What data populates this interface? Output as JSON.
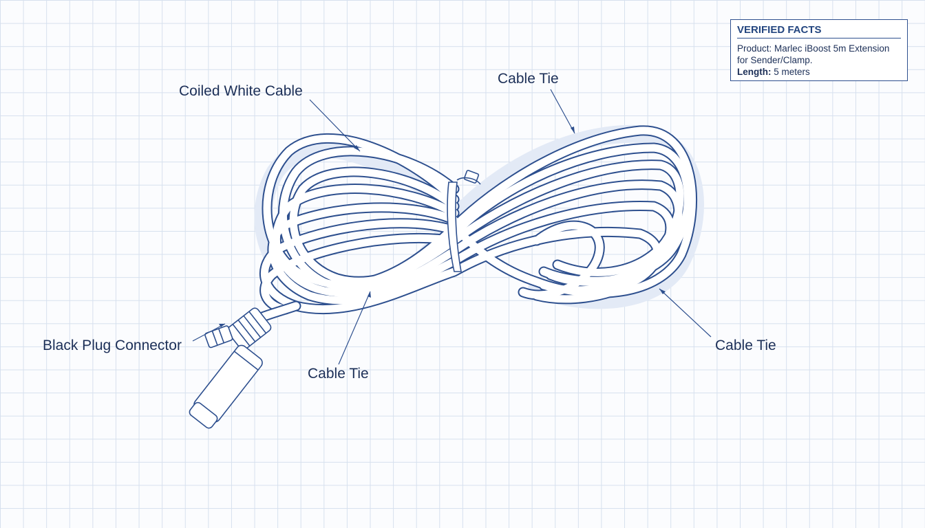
{
  "labels": {
    "coiled_cable": "Coiled White Cable",
    "cable_tie_top": "Cable Tie",
    "cable_tie_right": "Cable Tie",
    "cable_tie_bottom": "Cable Tie",
    "plug_connector": "Black Plug Connector"
  },
  "facts": {
    "title": "VERIFIED FACTS",
    "product_key": "Product:",
    "product_value": "Marlec iBoost 5m Extension for Sender/Clamp.",
    "length_key": "Length:",
    "length_value": "5 meters"
  },
  "colors": {
    "ink": "#1c2f57",
    "line": "#2d4f8e",
    "grid": "#d6e0ee",
    "cable_fill": "#ffffff",
    "cable_shadow": "#e3eaf6"
  }
}
